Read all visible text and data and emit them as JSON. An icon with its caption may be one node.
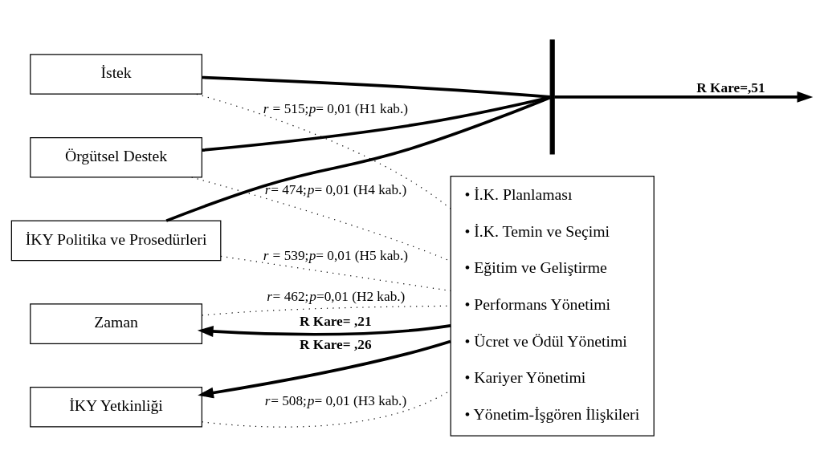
{
  "diagram": {
    "nodes": [
      {
        "text": [
          "İstek"
        ]
      },
      {
        "text": [
          "Örgütsel Destek"
        ]
      },
      {
        "text": [
          "İKY Politika ve Prosedürleri"
        ]
      },
      {
        "text": [
          "Zaman"
        ]
      },
      {
        "text": [
          "İKY Yetkinliği"
        ]
      },
      {
        "text": [
          "• İ.K. Planlaması",
          "• İ.K. Temin ve Seçimi",
          "• Eğitim ve Geliştirme",
          "• Performans Yönetimi",
          "• Ücret ve Ödül Yönetimi",
          "• Kariyer Yönetimi",
          "• Yönetim-İşgören İlişkileri"
        ]
      },
      {
        "text": [],
        "shape": "bar"
      }
    ],
    "edges": [
      {
        "from": 0,
        "to": 5,
        "arrow": "none",
        "style": "dashed",
        "label": "*r* = 515;*p*= 0,01 (H1 kab.)"
      },
      {
        "from": 1,
        "to": 5,
        "arrow": "none",
        "style": "dashed",
        "label": "*r*= 474;*p*= 0,01 (H4 kab.)"
      },
      {
        "from": 2,
        "to": 5,
        "arrow": "none",
        "style": "dashed",
        "label": "*r* = 539;*p*= 0,01 (H5 kab.)"
      },
      {
        "from": 3,
        "to": 5,
        "arrow": "none",
        "style": "dashed",
        "label": "*r*= 462;*p*=0,01 (H2 kab.)"
      },
      {
        "from": 4,
        "to": 5,
        "arrow": "none",
        "style": "dashed",
        "label": "*r*= 508;*p*= 0,01 (H3 kab.)"
      },
      {
        "from": 0,
        "to": 6,
        "arrow": "none"
      },
      {
        "from": 1,
        "to": 6,
        "arrow": "none"
      },
      {
        "from": 2,
        "to": 6,
        "arrow": "none"
      },
      {
        "from": 6,
        "to": null,
        "arrow": "to",
        "label": "R Kare=,51"
      },
      {
        "from": 5,
        "to": 3,
        "arrow": "to",
        "label": "R Kare= ,21"
      },
      {
        "from": 5,
        "to": 4,
        "arrow": "to",
        "label": "R Kare= ,26"
      }
    ]
  }
}
